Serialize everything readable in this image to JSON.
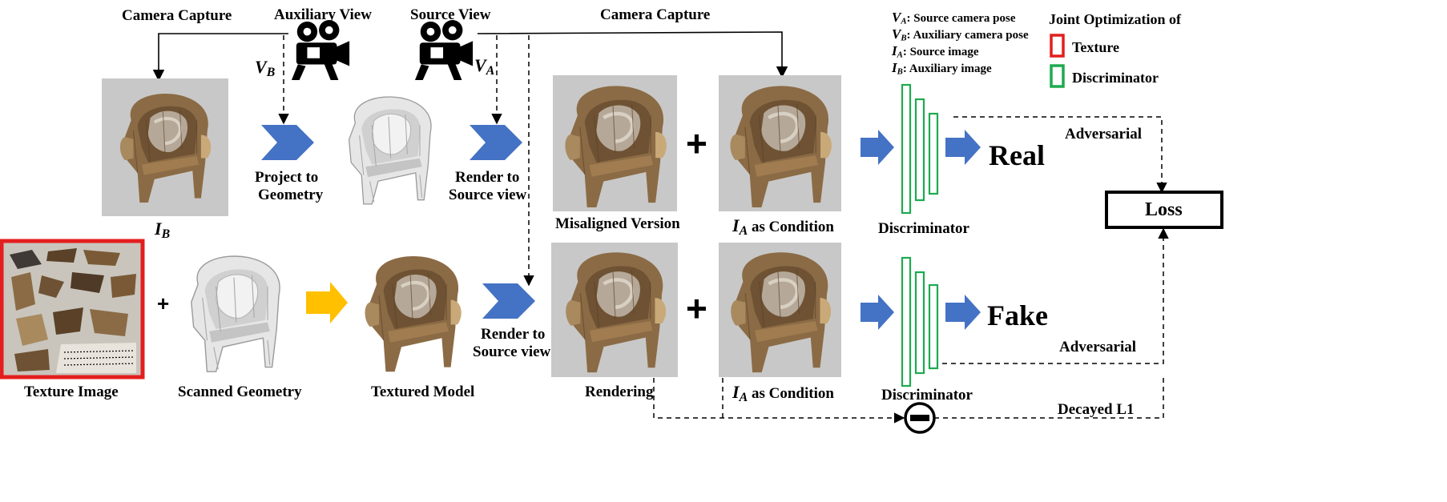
{
  "labels": {
    "camera_capture_left": "Camera Capture",
    "auxiliary_view": "Auxiliary View",
    "source_view": "Source View",
    "camera_capture_right": "Camera Capture",
    "project_to_geometry_1": "Project to",
    "project_to_geometry_2": "Geometry",
    "render_to_source_top_1": "Render to",
    "render_to_source_top_2": "Source view",
    "render_to_source_bottom_1": "Render to",
    "render_to_source_bottom_2": "Source view",
    "misaligned_version": "Misaligned Version",
    "rendering": "Rendering",
    "condition_suffix": "as Condition",
    "discriminator": "Discriminator",
    "real": "Real",
    "fake": "Fake",
    "adversarial": "Adversarial",
    "loss": "Loss",
    "decayed_l1": "Decayed L1",
    "texture_image": "Texture Image",
    "scanned_geometry": "Scanned Geometry",
    "textured_model": "Textured Model",
    "plus": "+"
  },
  "symbols": {
    "V": "V",
    "I": "I",
    "sub_A": "A",
    "sub_B": "B"
  },
  "legend": {
    "va_text": ": Source camera pose",
    "vb_text": ": Auxiliary camera pose",
    "ia_text": ": Source image",
    "ib_text": ": Auxiliary image",
    "title": "Joint Optimization of",
    "texture": "Texture",
    "discriminator": "Discriminator"
  },
  "colors": {
    "arrow_blue": "#4472C4",
    "arrow_yellow": "#FFC000",
    "texture_red": "#E41E1E",
    "discriminator_green": "#1EAA50",
    "photo_bg": "#C8C8C8",
    "chair_wicker": "#8B6B45",
    "chair_white": "#E6E6E6"
  },
  "icons": [
    "camera-icon",
    "camera-icon",
    "arrow-right-icon",
    "subtract-icon"
  ]
}
